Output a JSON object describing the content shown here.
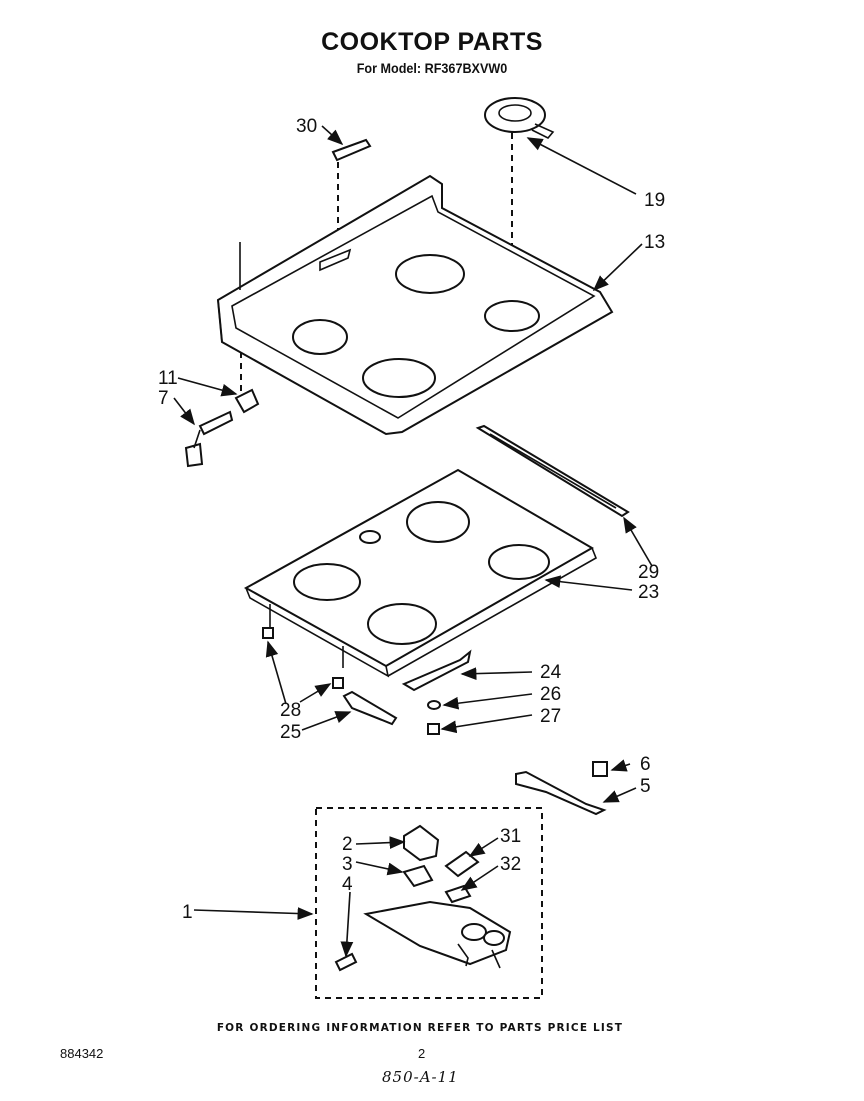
{
  "header": {
    "title": "COOKTOP PARTS",
    "model": "For Model: RF367BXVW0"
  },
  "callouts": [
    {
      "id": "30",
      "label": "30"
    },
    {
      "id": "19",
      "label": "19"
    },
    {
      "id": "13",
      "label": "13"
    },
    {
      "id": "11",
      "label": "11"
    },
    {
      "id": "7",
      "label": "7"
    },
    {
      "id": "29",
      "label": "29"
    },
    {
      "id": "23",
      "label": "23"
    },
    {
      "id": "24",
      "label": "24"
    },
    {
      "id": "26",
      "label": "26"
    },
    {
      "id": "27",
      "label": "27"
    },
    {
      "id": "28",
      "label": "28"
    },
    {
      "id": "25",
      "label": "25"
    },
    {
      "id": "6",
      "label": "6"
    },
    {
      "id": "5",
      "label": "5"
    },
    {
      "id": "2",
      "label": "2"
    },
    {
      "id": "31",
      "label": "31"
    },
    {
      "id": "3",
      "label": "3"
    },
    {
      "id": "32",
      "label": "32"
    },
    {
      "id": "4",
      "label": "4"
    },
    {
      "id": "1",
      "label": "1"
    }
  ],
  "footer": {
    "ordering_note": "FOR ORDERING INFORMATION REFER TO PARTS PRICE LIST",
    "document_number": "884342",
    "page_number": "2",
    "handwritten_code": "850-A-11"
  }
}
